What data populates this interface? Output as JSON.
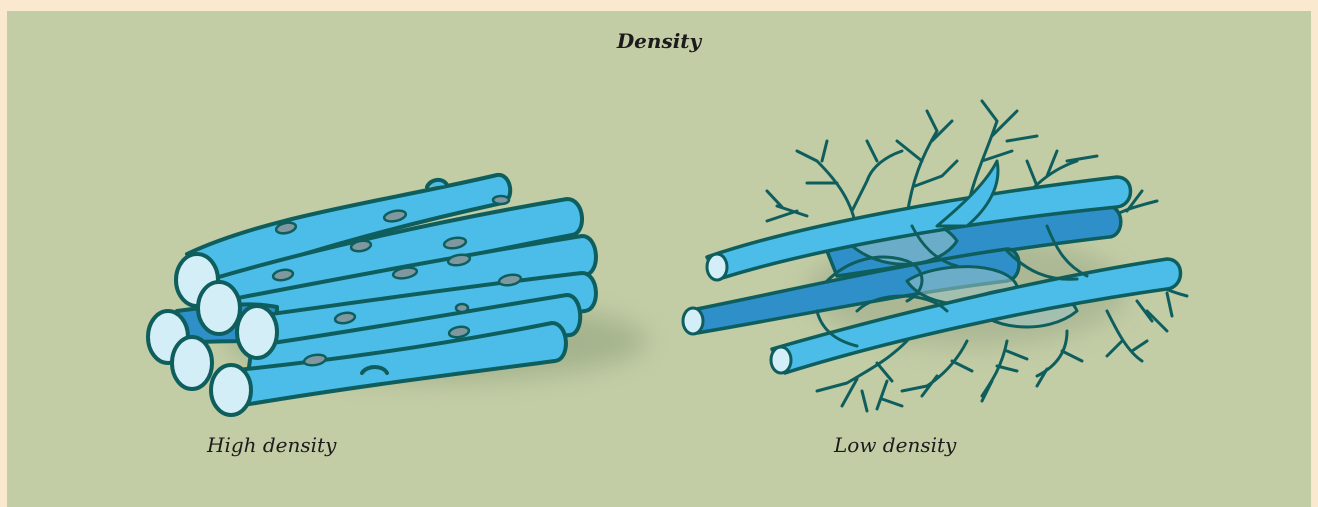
{
  "title": "Density",
  "panels": [
    {
      "caption": "High density",
      "icon": "tightly-packed-fiber-bundle"
    },
    {
      "caption": "Low density",
      "icon": "loose-branching-fiber-network"
    }
  ],
  "colors": {
    "background": "#c2cca5",
    "border": "#fbe9cf",
    "fiber_fill": "#4cbde8",
    "fiber_dark": "#2f8fc9",
    "fiber_outline": "#0f5e5e",
    "fiber_end": "#d4eef8",
    "spot": "#7f98a0"
  }
}
